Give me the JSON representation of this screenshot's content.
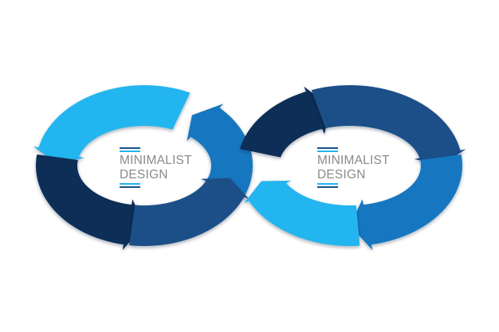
{
  "left_loop": {
    "title_line1": "MINIMALIST",
    "title_line2": "DESIGN"
  },
  "right_loop": {
    "title_line1": "MINIMALIST",
    "title_line2": "DESIGN"
  },
  "colors": {
    "background": "#ffffff",
    "light_blue": "#22b5ef",
    "medium_blue": "#1677c0",
    "steel_blue": "#1a4f88",
    "navy": "#0f2d57",
    "text_gray": "#8a8a8a"
  }
}
